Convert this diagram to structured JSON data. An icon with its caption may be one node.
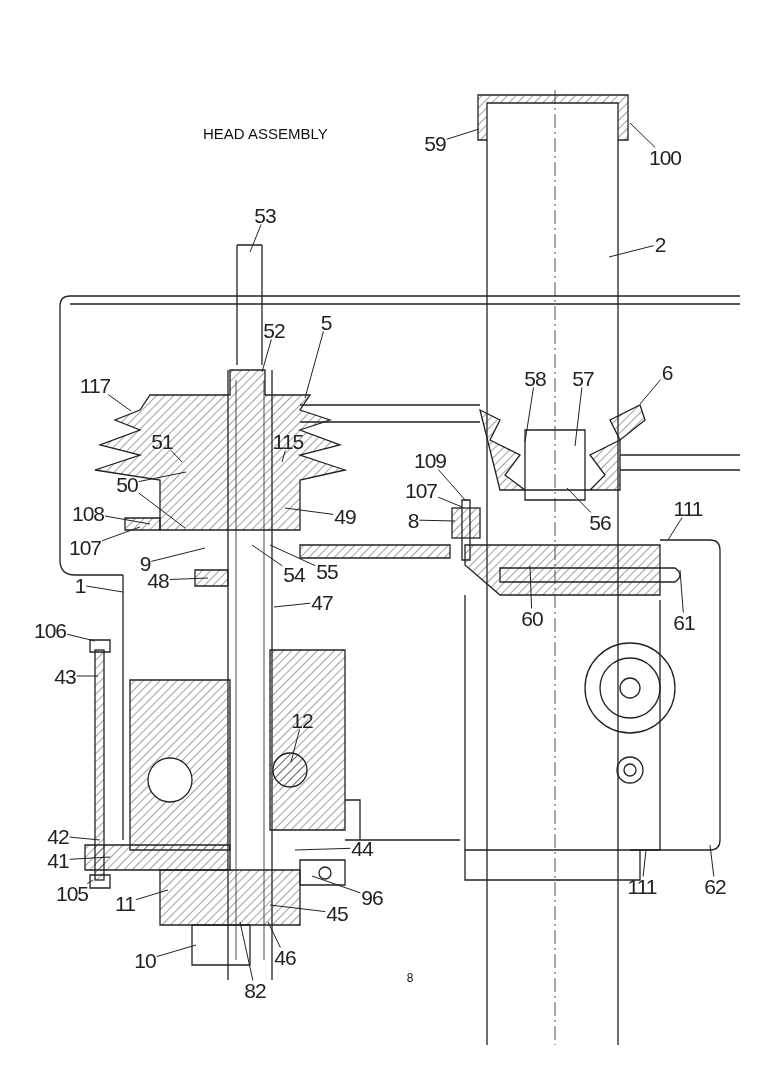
{
  "diagram": {
    "title": "HEAD ASSEMBLY",
    "nodes": [
      {
        "text": [
          "53"
        ]
      },
      {
        "text": [
          "52"
        ]
      },
      {
        "text": [
          "5"
        ]
      },
      {
        "text": [
          "117"
        ]
      },
      {
        "text": [
          "51"
        ]
      },
      {
        "text": [
          "115"
        ]
      },
      {
        "text": [
          "50"
        ]
      },
      {
        "text": [
          "49"
        ]
      },
      {
        "text": [
          "108"
        ]
      },
      {
        "text": [
          "107"
        ]
      },
      {
        "text": [
          "9"
        ]
      },
      {
        "text": [
          "48"
        ]
      },
      {
        "text": [
          "54"
        ]
      },
      {
        "text": [
          "55"
        ]
      },
      {
        "text": [
          "1"
        ]
      },
      {
        "text": [
          "47"
        ]
      },
      {
        "text": [
          "106"
        ]
      },
      {
        "text": [
          "43"
        ]
      },
      {
        "text": [
          "12"
        ]
      },
      {
        "text": [
          "42"
        ]
      },
      {
        "text": [
          "41"
        ]
      },
      {
        "text": [
          "44"
        ]
      },
      {
        "text": [
          "96"
        ]
      },
      {
        "text": [
          "105"
        ]
      },
      {
        "text": [
          "11"
        ]
      },
      {
        "text": [
          "45"
        ]
      },
      {
        "text": [
          "10"
        ]
      },
      {
        "text": [
          "46"
        ]
      },
      {
        "text": [
          "82"
        ]
      },
      {
        "text": [
          "59"
        ]
      },
      {
        "text": [
          "100"
        ]
      },
      {
        "text": [
          "2"
        ]
      },
      {
        "text": [
          "58"
        ]
      },
      {
        "text": [
          "57"
        ]
      },
      {
        "text": [
          "6"
        ]
      },
      {
        "text": [
          "109"
        ]
      },
      {
        "text": [
          "107"
        ]
      },
      {
        "text": [
          "8"
        ]
      },
      {
        "text": [
          "56"
        ]
      },
      {
        "text": [
          "111"
        ]
      },
      {
        "text": [
          "60"
        ]
      },
      {
        "text": [
          "61"
        ]
      },
      {
        "text": [
          "111"
        ]
      },
      {
        "text": [
          "62"
        ]
      }
    ],
    "edges": [
      {
        "from": 0,
        "to": null,
        "arrow": "none"
      },
      {
        "from": 1,
        "to": null,
        "arrow": "none"
      },
      {
        "from": 2,
        "to": null,
        "arrow": "none"
      },
      {
        "from": 3,
        "to": null,
        "arrow": "none"
      },
      {
        "from": 4,
        "to": null,
        "arrow": "none"
      },
      {
        "from": 5,
        "to": null,
        "arrow": "none"
      },
      {
        "from": 6,
        "to": null,
        "arrow": "none"
      },
      {
        "from": 6,
        "to": null,
        "arrow": "none"
      },
      {
        "from": 7,
        "to": null,
        "arrow": "none"
      },
      {
        "from": 8,
        "to": null,
        "arrow": "none"
      },
      {
        "from": 9,
        "to": null,
        "arrow": "none"
      },
      {
        "from": 10,
        "to": null,
        "arrow": "none"
      },
      {
        "from": 11,
        "to": null,
        "arrow": "none"
      },
      {
        "from": 12,
        "to": null,
        "arrow": "none"
      },
      {
        "from": 13,
        "to": null,
        "arrow": "none"
      },
      {
        "from": 14,
        "to": null,
        "arrow": "none"
      },
      {
        "from": 15,
        "to": null,
        "arrow": "none"
      },
      {
        "from": 16,
        "to": null,
        "arrow": "none"
      },
      {
        "from": 17,
        "to": null,
        "arrow": "none"
      },
      {
        "from": 18,
        "to": null,
        "arrow": "none"
      },
      {
        "from": 19,
        "to": null,
        "arrow": "none"
      },
      {
        "from": 20,
        "to": null,
        "arrow": "none"
      },
      {
        "from": 21,
        "to": null,
        "arrow": "none"
      },
      {
        "from": 22,
        "to": null,
        "arrow": "none"
      },
      {
        "from": 23,
        "to": null,
        "arrow": "none"
      },
      {
        "from": 24,
        "to": null,
        "arrow": "none"
      },
      {
        "from": 25,
        "to": null,
        "arrow": "none"
      },
      {
        "from": 26,
        "to": null,
        "arrow": "none"
      },
      {
        "from": 27,
        "to": null,
        "arrow": "none"
      },
      {
        "from": 28,
        "to": null,
        "arrow": "none"
      },
      {
        "from": 29,
        "to": null,
        "arrow": "none"
      },
      {
        "from": 30,
        "to": null,
        "arrow": "none"
      },
      {
        "from": 31,
        "to": null,
        "arrow": "none"
      },
      {
        "from": 32,
        "to": null,
        "arrow": "none"
      },
      {
        "from": 33,
        "to": null,
        "arrow": "none"
      },
      {
        "from": 34,
        "to": null,
        "arrow": "none"
      },
      {
        "from": 35,
        "to": null,
        "arrow": "none"
      },
      {
        "from": 36,
        "to": null,
        "arrow": "none"
      },
      {
        "from": 37,
        "to": null,
        "arrow": "none"
      },
      {
        "from": 38,
        "to": null,
        "arrow": "none"
      },
      {
        "from": 39,
        "to": null,
        "arrow": "none"
      },
      {
        "from": 40,
        "to": null,
        "arrow": "none"
      },
      {
        "from": 41,
        "to": null,
        "arrow": "none"
      },
      {
        "from": 42,
        "to": null,
        "arrow": "none"
      },
      {
        "from": 43,
        "to": null,
        "arrow": "none"
      }
    ],
    "labels": [
      "8"
    ]
  }
}
